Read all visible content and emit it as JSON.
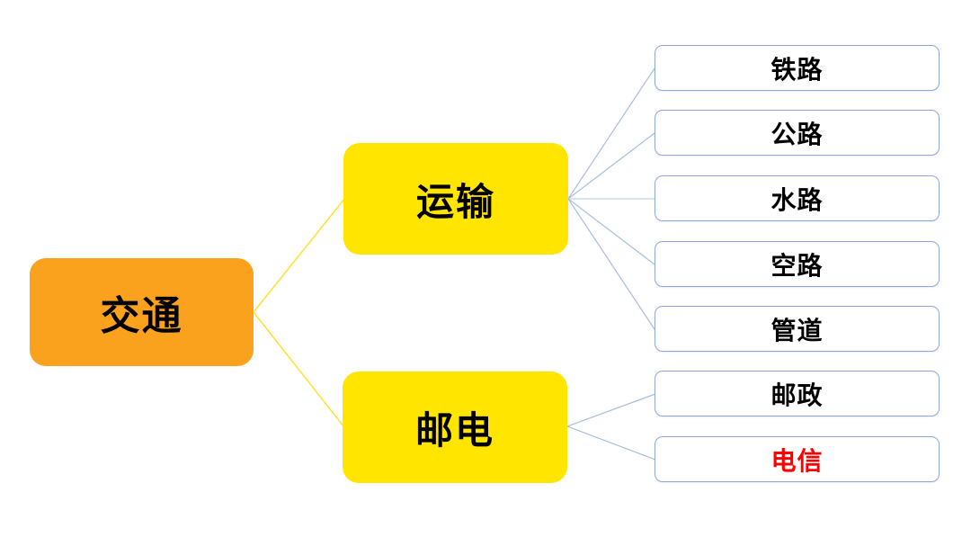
{
  "colors": {
    "root-fill": "#FAA21E",
    "branch-fill": "#FFE500",
    "leaf-border": "#8FA9D6",
    "line-yellow": "#FFE139",
    "line-blue": "#A6BEDF",
    "line-blue-light": "#C9DCF0",
    "text-black": "#000000",
    "highlight-red": "#FE0000"
  },
  "nodes": {
    "root": {
      "label": "交通"
    },
    "branches": [
      {
        "label": "运输",
        "children": [
          {
            "label": "铁路"
          },
          {
            "label": "公路"
          },
          {
            "label": "水路"
          },
          {
            "label": "空路"
          },
          {
            "label": "管道"
          }
        ]
      },
      {
        "label": "邮电",
        "children": [
          {
            "label": "邮政"
          },
          {
            "label": "电信",
            "highlight": true
          }
        ]
      }
    ]
  }
}
